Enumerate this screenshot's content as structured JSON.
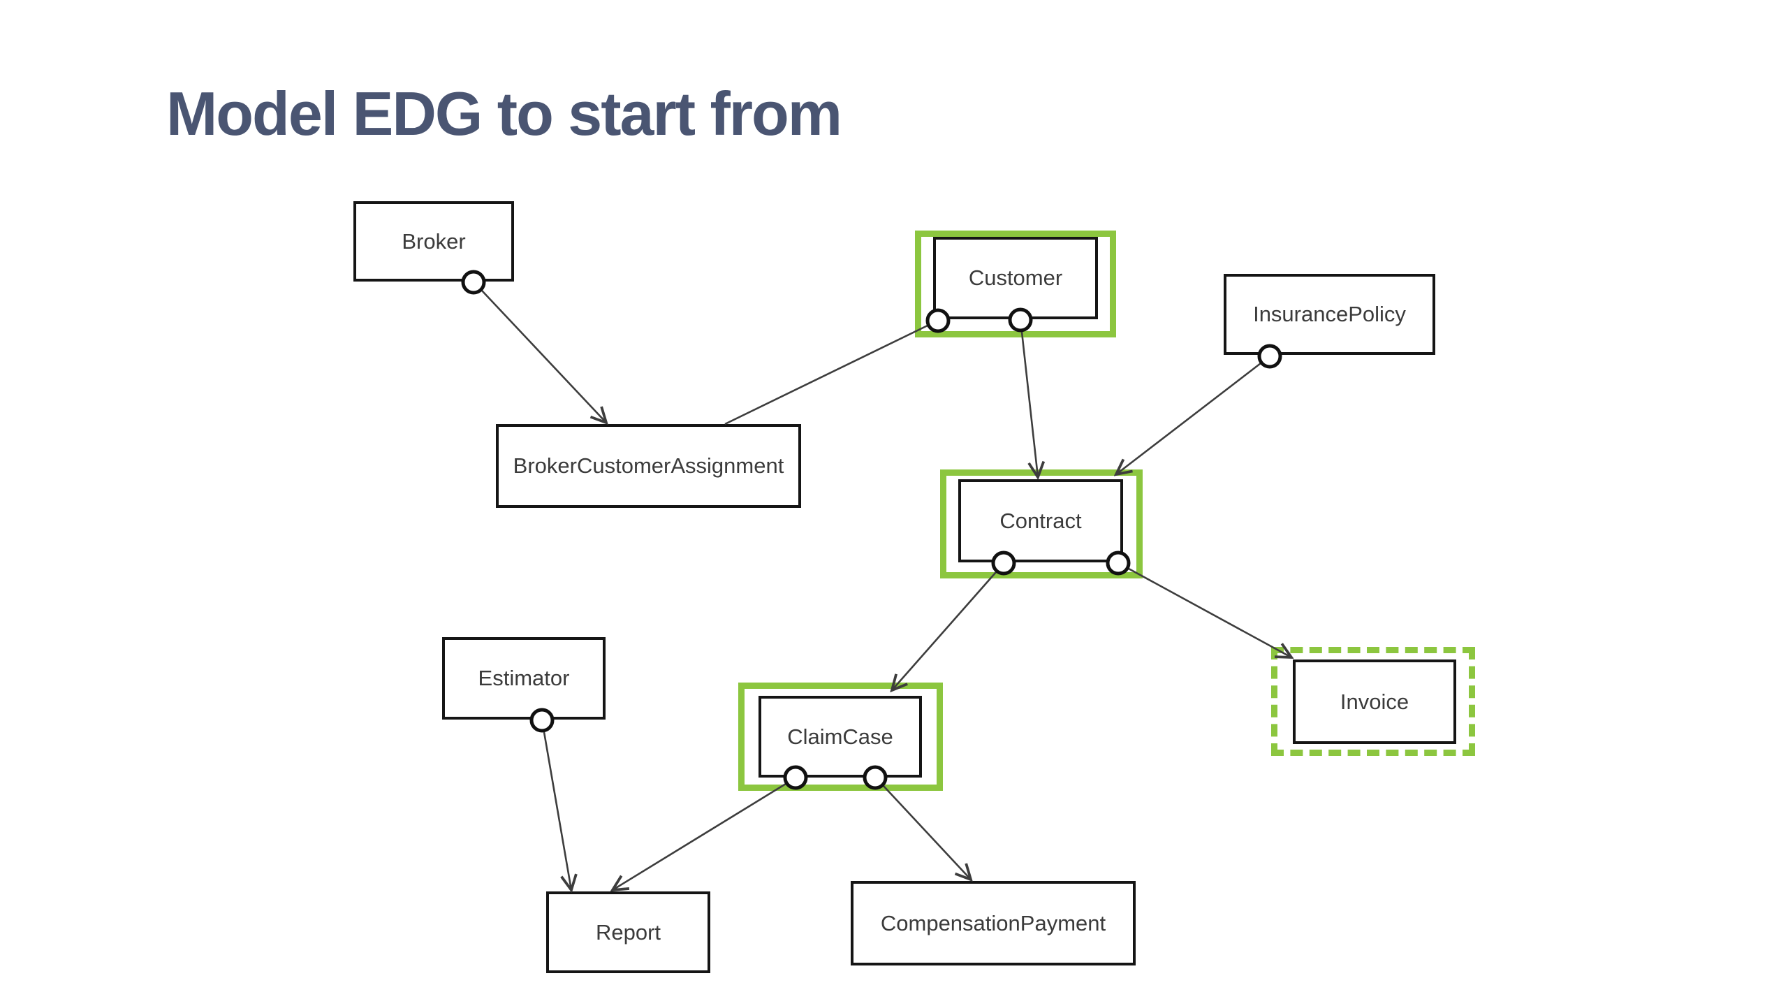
{
  "title": "Model EDG to start from",
  "colors": {
    "green": "#8cc63f",
    "edge": "#3d3d3d",
    "box-border": "#151515",
    "label": "#3b3b3b",
    "title": "#4a5572"
  },
  "nodes": {
    "broker": {
      "label": "Broker",
      "highlight": "none",
      "ports": 1
    },
    "customer": {
      "label": "Customer",
      "highlight": "solid-green",
      "ports": 2
    },
    "insurance_policy": {
      "label": "InsurancePolicy",
      "highlight": "none",
      "ports": 1
    },
    "broker_customer_assignment": {
      "label": "BrokerCustomerAssignment",
      "highlight": "none",
      "ports": 0
    },
    "contract": {
      "label": "Contract",
      "highlight": "solid-green",
      "ports": 2
    },
    "estimator": {
      "label": "Estimator",
      "highlight": "none",
      "ports": 1
    },
    "claim_case": {
      "label": "ClaimCase",
      "highlight": "solid-green",
      "ports": 2
    },
    "invoice": {
      "label": "Invoice",
      "highlight": "dashed-green",
      "ports": 0
    },
    "report": {
      "label": "Report",
      "highlight": "none",
      "ports": 0
    },
    "compensation_payment": {
      "label": "CompensationPayment",
      "highlight": "none",
      "ports": 0
    }
  },
  "edges": [
    {
      "from": "Broker",
      "to": "BrokerCustomerAssignment",
      "arrow": true
    },
    {
      "from": "Customer",
      "to": "BrokerCustomerAssignment",
      "arrow": false
    },
    {
      "from": "Customer",
      "to": "Contract",
      "arrow": true
    },
    {
      "from": "InsurancePolicy",
      "to": "Contract",
      "arrow": true
    },
    {
      "from": "Contract",
      "to": "ClaimCase",
      "arrow": true
    },
    {
      "from": "Contract",
      "to": "Invoice",
      "arrow": true
    },
    {
      "from": "Estimator",
      "to": "Report",
      "arrow": true
    },
    {
      "from": "ClaimCase",
      "to": "Report",
      "arrow": true
    },
    {
      "from": "ClaimCase",
      "to": "CompensationPayment",
      "arrow": true
    }
  ]
}
